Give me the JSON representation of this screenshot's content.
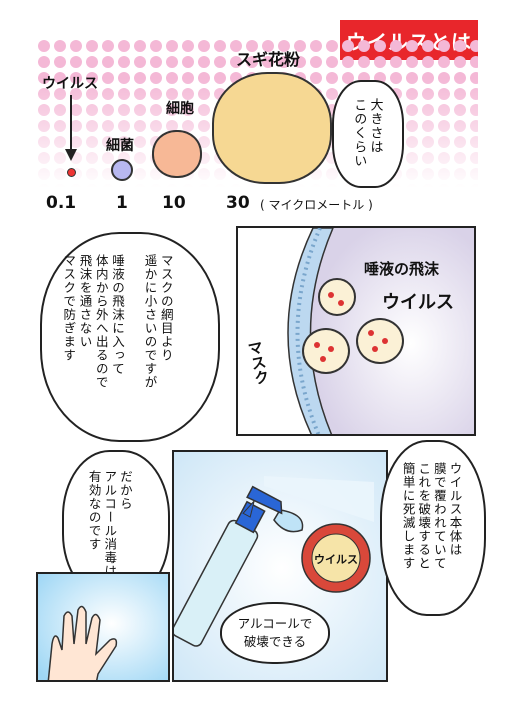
{
  "header": {
    "title": "ウイルスとは",
    "color": "#e8262b"
  },
  "size_panel": {
    "labels": {
      "virus": "ウイルス",
      "bacteria": "細菌",
      "cell": "細胞",
      "pollen": "スギ花粉"
    },
    "scale": [
      "0.1",
      "1",
      "10",
      "30"
    ],
    "unit": "( マイクロメートル )",
    "bubble": "大きさは\nこのくらい"
  },
  "mask_panel": {
    "bubble": "マスクの網目より\n遥かに小さいのですが\n\n唾液の飛沫に入って\n体内から外へ出るので\n飛沫を通さない\nマスクで防ぎます",
    "droplet_label": "唾液の飛沫",
    "virus_label": "ウイルス",
    "mask_label": "マスク"
  },
  "alcohol_panel": {
    "left_bubble": "だから\nアルコール消毒は\n有効なのです",
    "right_bubble": "ウイルス本体は\n膜で覆われていて\nこれを破壊すると\n簡単に死滅します",
    "virus_label": "ウイルス",
    "caption": "アルコールで\n破壊できる"
  },
  "colors": {
    "pink_dots": "#f4b8d6",
    "bacteria": "#b8b8f0",
    "cell": "#f7b896",
    "pollen": "#f6d893",
    "mask_blue": "#bcd8f0",
    "droplet": "#fbf1d6"
  }
}
